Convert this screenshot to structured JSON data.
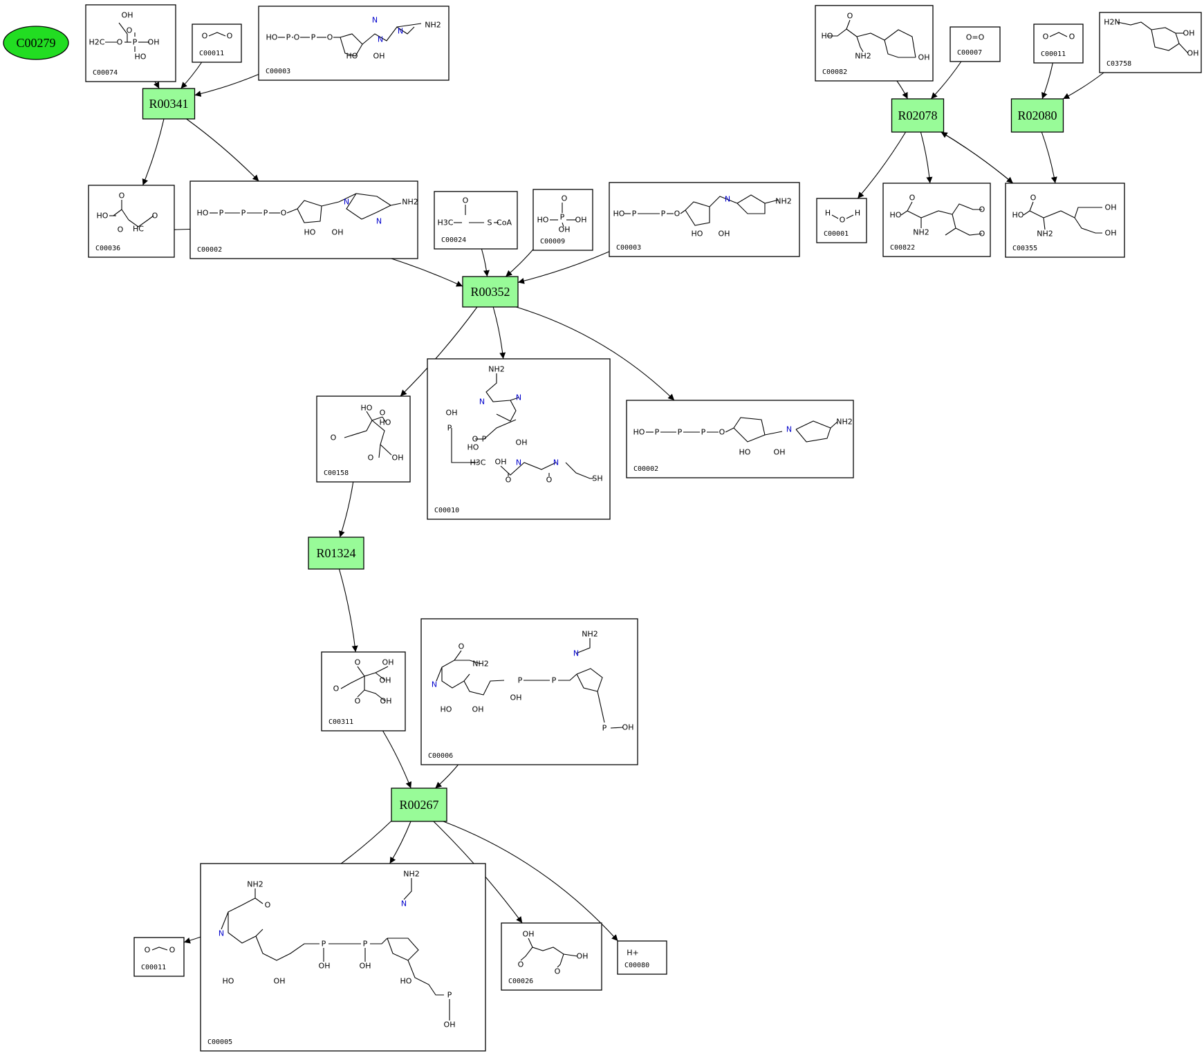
{
  "start_node": {
    "label": "C00279",
    "color": "#22dd22"
  },
  "reactions": [
    {
      "id": "R00341"
    },
    {
      "id": "R00352"
    },
    {
      "id": "R01324"
    },
    {
      "id": "R00267"
    },
    {
      "id": "R02078"
    },
    {
      "id": "R02080"
    }
  ],
  "compounds": [
    {
      "key": "c00074_a",
      "label": "C00074",
      "atoms": [
        "OH",
        "H2C",
        "O",
        "P",
        "OH",
        "O",
        "HO"
      ]
    },
    {
      "key": "c00011_a",
      "label": "C00011",
      "atoms": [
        "O",
        "O"
      ]
    },
    {
      "key": "c00003_a",
      "label": "C00003",
      "atoms": [
        "HO",
        "P",
        "O",
        "P",
        "O",
        "N",
        "N",
        "N",
        "NH2",
        "HO",
        "OH"
      ]
    },
    {
      "key": "c00036",
      "label": "C00036",
      "atoms": [
        "O",
        "HO",
        "O",
        "HC",
        "O"
      ]
    },
    {
      "key": "c00002_a",
      "label": "C00002",
      "atoms": [
        "HO",
        "P",
        "P",
        "P",
        "O",
        "NH2",
        "N",
        "N",
        "HO",
        "OH"
      ]
    },
    {
      "key": "c00024",
      "label": "C00024",
      "atoms": [
        "O",
        "H3C",
        "S",
        "CoA"
      ]
    },
    {
      "key": "c00009",
      "label": "C00009",
      "atoms": [
        "O",
        "HO",
        "P",
        "OH",
        "OH"
      ]
    },
    {
      "key": "c00003_b",
      "label": "C00003",
      "atoms": [
        "HO",
        "P",
        "P",
        "O",
        "N",
        "NH2",
        "HO",
        "OH"
      ]
    },
    {
      "key": "c00158",
      "label": "C00158",
      "atoms": [
        "HO",
        "O",
        "HO",
        "O",
        "OH",
        "O"
      ]
    },
    {
      "key": "c00010",
      "label": "C00010",
      "atoms": [
        "NH2",
        "N",
        "N",
        "OH",
        "P",
        "O",
        "HO",
        "P",
        "OH",
        "H3C",
        "OH",
        "N",
        "N",
        "SH",
        "O",
        "O"
      ]
    },
    {
      "key": "c00002_b",
      "label": "C00002",
      "atoms": [
        "HO",
        "P",
        "P",
        "P",
        "O",
        "N",
        "NH2",
        "HO",
        "OH"
      ]
    },
    {
      "key": "c00311",
      "label": "C00311",
      "atoms": [
        "O",
        "OH",
        "OH",
        "O",
        "O",
        "OH"
      ]
    },
    {
      "key": "c00006",
      "label": "C00006",
      "atoms": [
        "O",
        "NH2",
        "N",
        "NH2",
        "N",
        "P",
        "P",
        "OH",
        "HO",
        "OH",
        "P",
        "OH"
      ]
    },
    {
      "key": "c00011_b",
      "label": "C00011",
      "atoms": [
        "O",
        "O"
      ]
    },
    {
      "key": "c00005",
      "label": "C00005",
      "atoms": [
        "NH2",
        "O",
        "N",
        "NH2",
        "N",
        "P",
        "P",
        "OH",
        "OH",
        "HO",
        "OH",
        "HO",
        "P",
        "OH"
      ]
    },
    {
      "key": "c00026",
      "label": "C00026",
      "atoms": [
        "OH",
        "O",
        "OH",
        "O"
      ]
    },
    {
      "key": "c00080",
      "label": "C00080",
      "atoms": [
        "H+"
      ]
    },
    {
      "key": "c00082",
      "label": "C00082",
      "atoms": [
        "HO",
        "O",
        "NH2",
        "OH"
      ]
    },
    {
      "key": "c00007",
      "label": "C00007",
      "atoms": [
        "O=O"
      ]
    },
    {
      "key": "c00011_c",
      "label": "C00011",
      "atoms": [
        "O",
        "O"
      ]
    },
    {
      "key": "c03758",
      "label": "C03758",
      "atoms": [
        "H2N",
        "OH",
        "OH"
      ]
    },
    {
      "key": "c00001",
      "label": "C00001",
      "atoms": [
        "H",
        "O",
        "H"
      ]
    },
    {
      "key": "c00822",
      "label": "C00822",
      "atoms": [
        "HO",
        "O",
        "NH2",
        "O",
        "O"
      ]
    },
    {
      "key": "c00355",
      "label": "C00355",
      "atoms": [
        "HO",
        "O",
        "NH2",
        "OH",
        "OH"
      ]
    }
  ],
  "edges": [
    [
      "c00074_a",
      "R00341"
    ],
    [
      "c00011_a",
      "R00341"
    ],
    [
      "c00003_a",
      "R00341"
    ],
    [
      "R00341",
      "c00036"
    ],
    [
      "R00341",
      "c00002_a"
    ],
    [
      "c00036",
      "R00352"
    ],
    [
      "c00024",
      "R00352"
    ],
    [
      "c00009",
      "R00352"
    ],
    [
      "c00003_b",
      "R00352"
    ],
    [
      "R00352",
      "c00158"
    ],
    [
      "R00352",
      "c00010"
    ],
    [
      "R00352",
      "c00002_b"
    ],
    [
      "c00158",
      "R01324"
    ],
    [
      "R01324",
      "c00311"
    ],
    [
      "c00311",
      "R00267"
    ],
    [
      "c00006",
      "R00267"
    ],
    [
      "R00267",
      "c00011_b"
    ],
    [
      "R00267",
      "c00005"
    ],
    [
      "R00267",
      "c00026"
    ],
    [
      "R00267",
      "c00080"
    ],
    [
      "c00082",
      "R02078"
    ],
    [
      "c00007",
      "R02078"
    ],
    [
      "R02078",
      "c00001"
    ],
    [
      "R02078",
      "c00822"
    ],
    [
      "R02078",
      "c00355"
    ],
    [
      "c00355",
      "R02078"
    ],
    [
      "c00011_c",
      "R02080"
    ],
    [
      "c03758",
      "R02080"
    ],
    [
      "R02080",
      "c00355"
    ]
  ]
}
